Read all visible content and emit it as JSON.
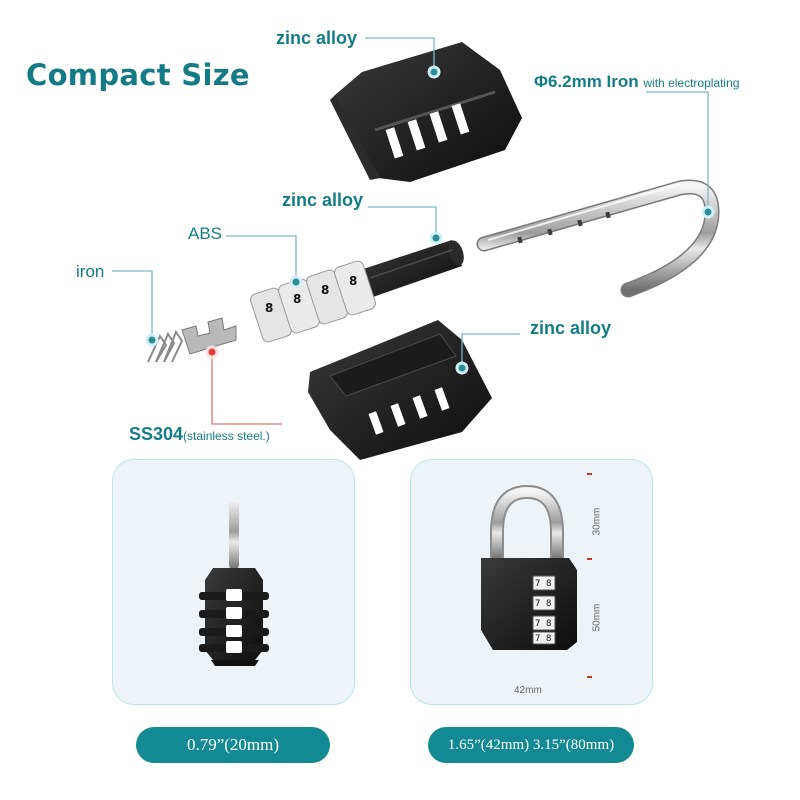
{
  "title": "Compact Size",
  "labels": {
    "zinc_top": "zinc alloy",
    "iron_shackle_main": "Φ6.2mm Iron",
    "iron_shackle_sub": "with electroplating",
    "zinc_mid": "zinc alloy",
    "abs": "ABS",
    "iron": "iron",
    "zinc_bottom": "zinc alloy",
    "ss304_main": "SS304",
    "ss304_sub": "(stainless steel.)"
  },
  "panels": {
    "left_pill": "0.79”(20mm)",
    "right_pill": "1.65”(42mm) 3.15”(80mm)",
    "dim_width": "42mm",
    "dim_top": "30mm",
    "dim_body": "50mm",
    "dial_digits": [
      "8",
      "8",
      "8",
      "8"
    ],
    "front_digits": [
      [
        "7",
        "8"
      ],
      [
        "7",
        "8"
      ],
      [
        "7",
        "8"
      ],
      [
        "7",
        "8"
      ]
    ]
  },
  "colors": {
    "accent": "#137a86",
    "pill": "#138a93",
    "leader_red": "#e53935"
  }
}
